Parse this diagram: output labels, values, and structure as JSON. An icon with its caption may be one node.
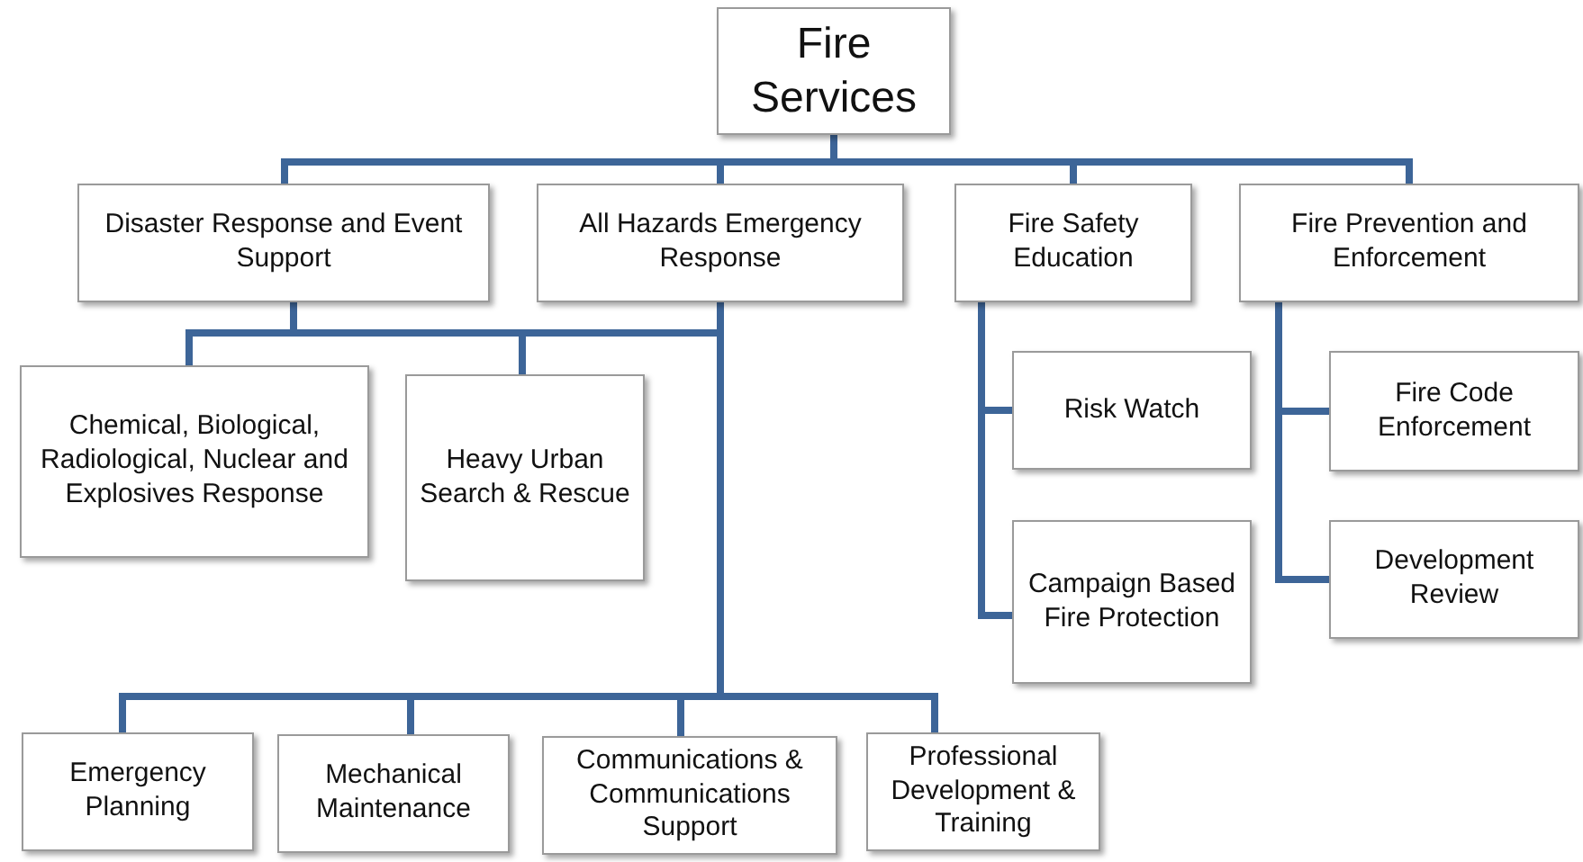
{
  "diagram": {
    "nodes": [
      {
        "text": [
          "Fire Services"
        ]
      },
      {
        "text": [
          "Disaster Response and Event Support"
        ]
      },
      {
        "text": [
          "All Hazards Emergency Response"
        ]
      },
      {
        "text": [
          "Fire Safety Education"
        ]
      },
      {
        "text": [
          "Fire Prevention and Enforcement"
        ]
      },
      {
        "text": [
          "Chemical, Biological, Radiological, Nuclear and Explosives Response"
        ]
      },
      {
        "text": [
          "Heavy Urban Search & Rescue"
        ]
      },
      {
        "text": [
          "Risk Watch"
        ]
      },
      {
        "text": [
          "Campaign Based Fire Protection"
        ]
      },
      {
        "text": [
          "Fire Code Enforcement"
        ]
      },
      {
        "text": [
          "Development Review"
        ]
      },
      {
        "text": [
          "Emergency Planning"
        ]
      },
      {
        "text": [
          "Mechanical Maintenance"
        ]
      },
      {
        "text": [
          "Communications & Communications Support"
        ]
      },
      {
        "text": [
          "Professional Development & Training"
        ]
      }
    ],
    "edges": [
      {
        "from": 0,
        "to": 1,
        "arrow": "none"
      },
      {
        "from": 0,
        "to": 2,
        "arrow": "none"
      },
      {
        "from": 0,
        "to": 3,
        "arrow": "none"
      },
      {
        "from": 0,
        "to": 4,
        "arrow": "none"
      },
      {
        "from": 1,
        "to": 5,
        "arrow": "none"
      },
      {
        "from": 1,
        "to": 6,
        "arrow": "none"
      },
      {
        "from": 1,
        "to": 11,
        "arrow": "none"
      },
      {
        "from": 1,
        "to": 12,
        "arrow": "none"
      },
      {
        "from": 1,
        "to": 13,
        "arrow": "none"
      },
      {
        "from": 1,
        "to": 14,
        "arrow": "none"
      },
      {
        "from": 2,
        "to": 5,
        "arrow": "none"
      },
      {
        "from": 2,
        "to": 6,
        "arrow": "none"
      },
      {
        "from": 2,
        "to": 11,
        "arrow": "none"
      },
      {
        "from": 2,
        "to": 12,
        "arrow": "none"
      },
      {
        "from": 2,
        "to": 13,
        "arrow": "none"
      },
      {
        "from": 2,
        "to": 14,
        "arrow": "none"
      },
      {
        "from": 3,
        "to": 7,
        "arrow": "none"
      },
      {
        "from": 3,
        "to": 8,
        "arrow": "none"
      },
      {
        "from": 4,
        "to": 9,
        "arrow": "none"
      },
      {
        "from": 4,
        "to": 10,
        "arrow": "none"
      }
    ]
  }
}
